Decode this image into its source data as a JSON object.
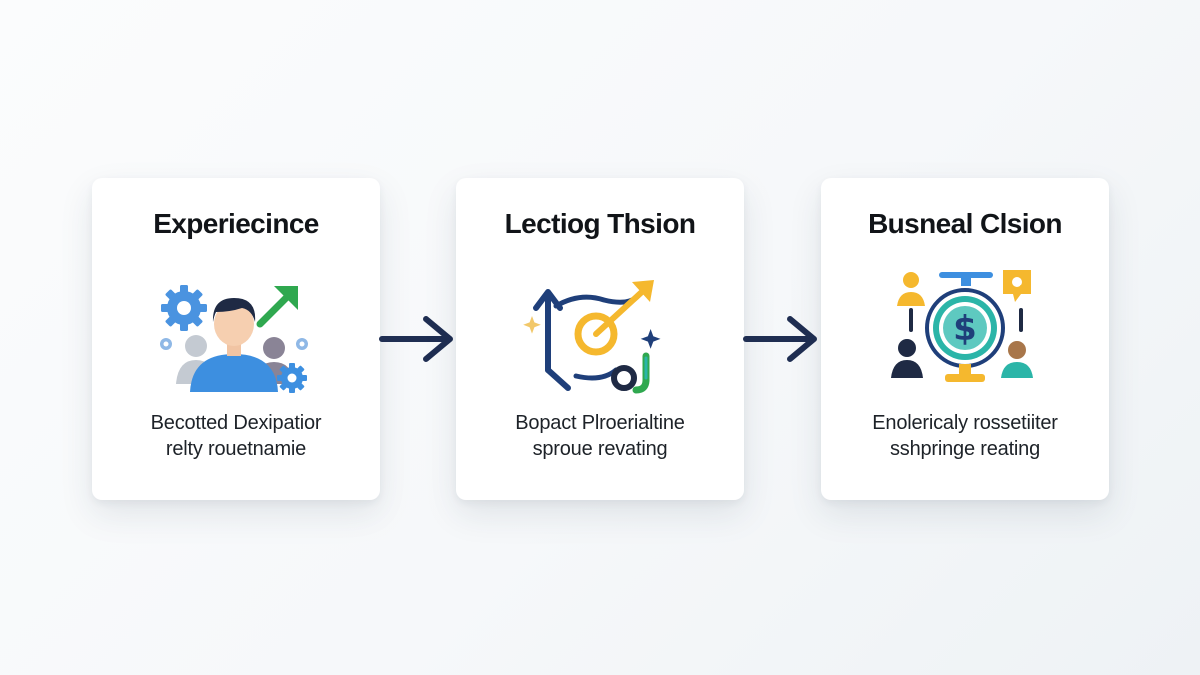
{
  "steps": [
    {
      "title": "Experiecince",
      "desc_line1": "Becotted Dexipatior",
      "desc_line2": "relty rouetnamie",
      "icon": "person-growth-gears-icon"
    },
    {
      "title": "Lectiog Thsion",
      "desc_line1": "Bopact Plroerialtine",
      "desc_line2": "sproue revating",
      "icon": "target-process-arrows-icon"
    },
    {
      "title": "Busneal Clsion",
      "desc_line1": "Enolericaly rossetiiter",
      "desc_line2": "sshpringe reating",
      "icon": "dollar-network-people-icon"
    }
  ],
  "connectors": [
    {
      "icon": "arrow-right-icon"
    },
    {
      "icon": "arrow-right-icon"
    }
  ],
  "colors": {
    "arrow": "#1f2e52",
    "navy": "#1f3f7a",
    "blue": "#3d8fe0",
    "green": "#2fa84f",
    "yellow": "#f5b82e",
    "teal": "#2bb5a8",
    "brown": "#a8764a",
    "gray_person": "#b9c0c8",
    "purple_person": "#8a8496"
  }
}
